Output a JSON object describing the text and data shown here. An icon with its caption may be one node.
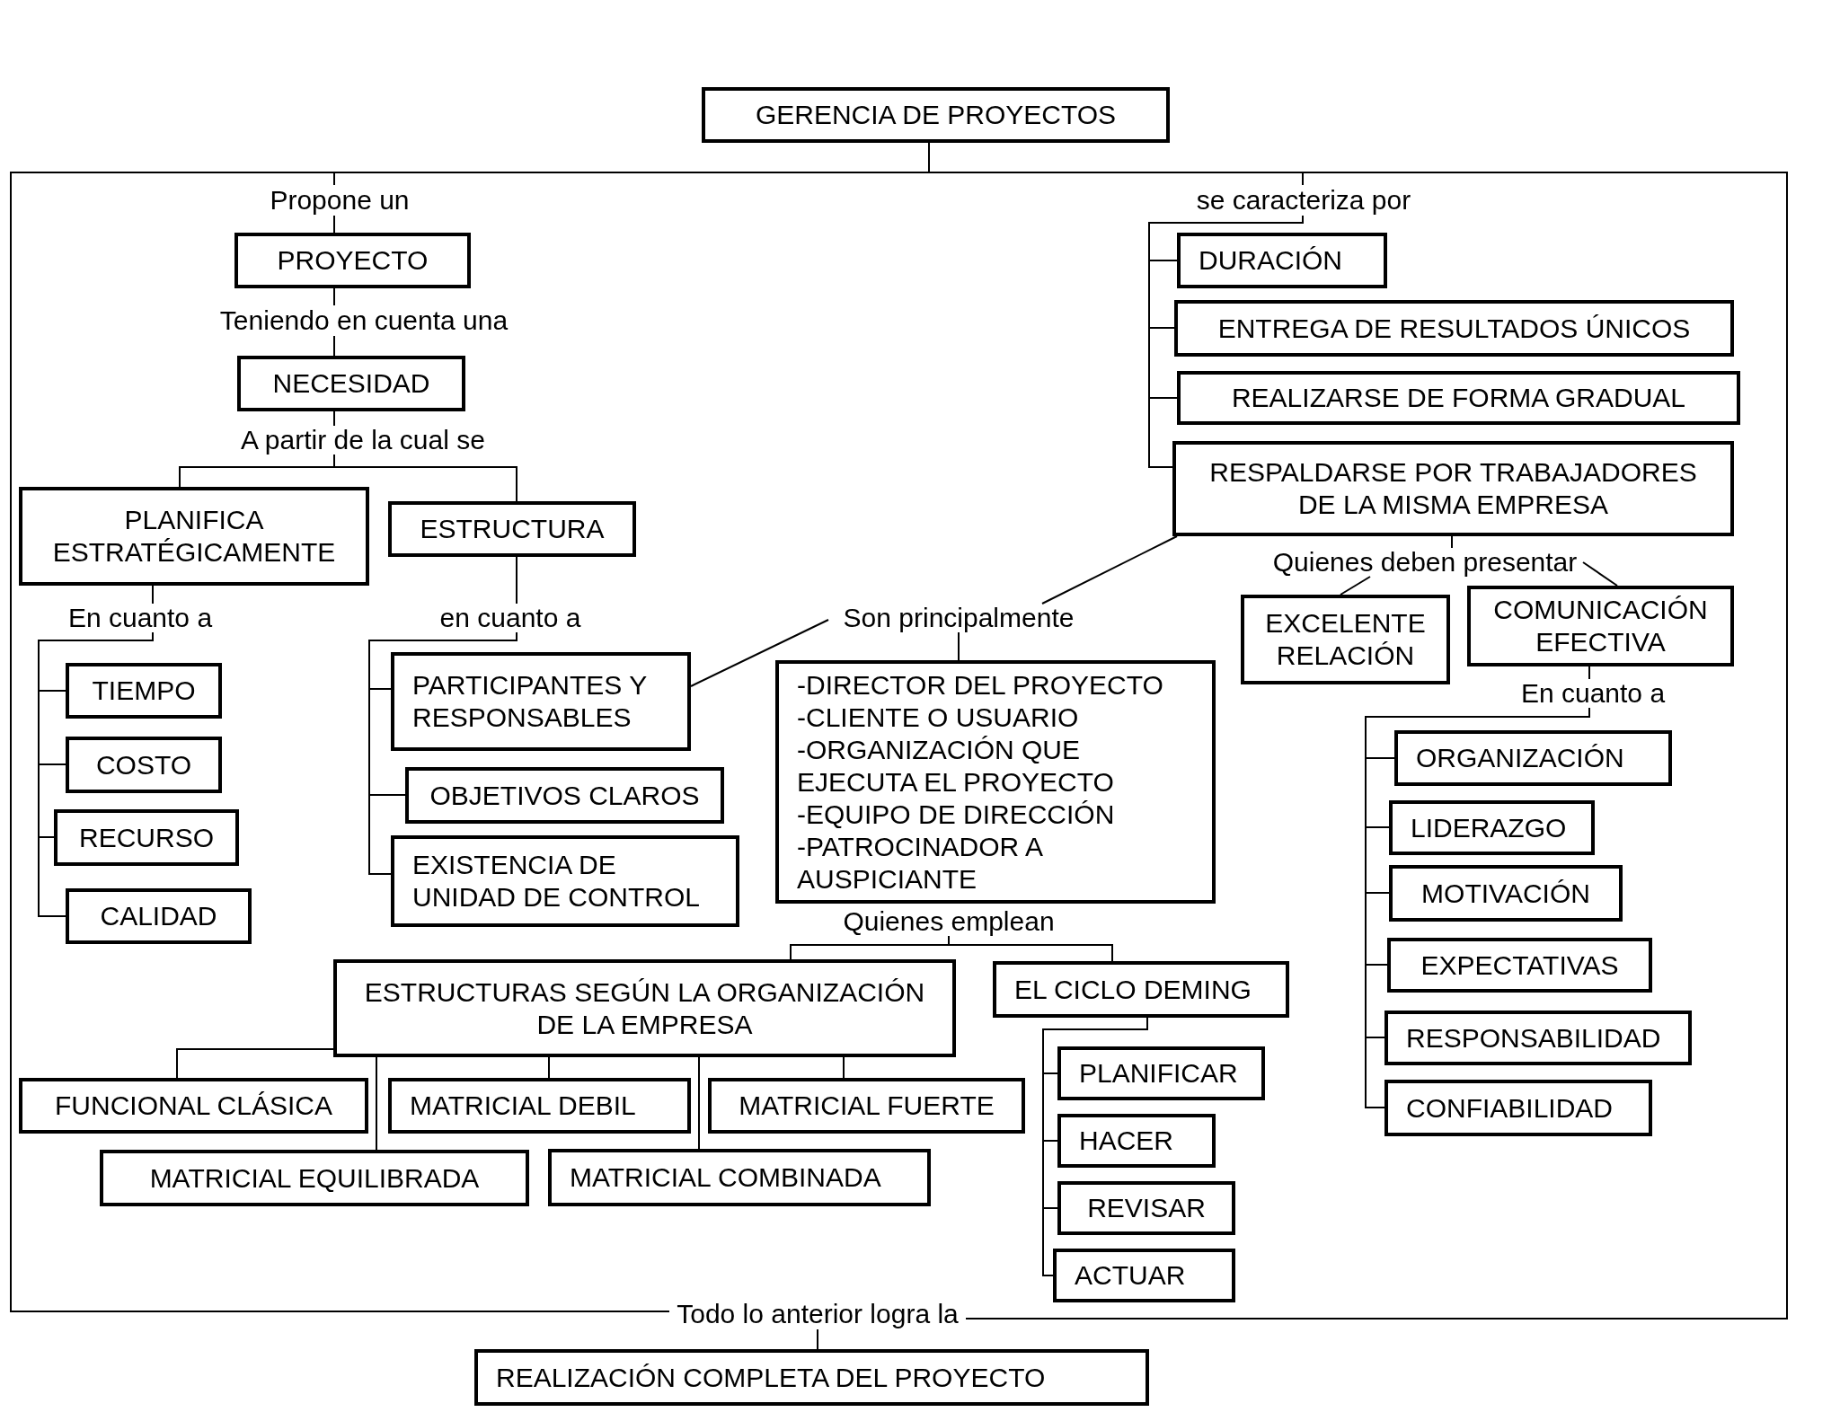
{
  "diagram": {
    "nodes": [
      {
        "text": [
          "GERENCIA DE PROYECTOS"
        ]
      },
      {
        "text": [
          "Propone un"
        ]
      },
      {
        "text": [
          "se caracteriza por"
        ]
      },
      {
        "text": [
          "PROYECTO"
        ]
      },
      {
        "text": [
          "DURACIÓN"
        ]
      },
      {
        "text": [
          "ENTREGA DE RESULTADOS ÚNICOS"
        ]
      },
      {
        "text": [
          "Teniendo en cuenta una"
        ]
      },
      {
        "text": [
          "NECESIDAD"
        ]
      },
      {
        "text": [
          "REALIZARSE DE FORMA GRADUAL"
        ]
      },
      {
        "text": [
          "A partir de la cual se"
        ]
      },
      {
        "text": [
          "RESPALDARSE POR TRABAJADORES DE LA MISMA EMPRESA"
        ]
      },
      {
        "text": [
          "PLANIFICA ESTRATÉGICAMENTE"
        ]
      },
      {
        "text": [
          "ESTRUCTURA"
        ]
      },
      {
        "text": [
          "Quienes deben presentar"
        ]
      },
      {
        "text": [
          "EXCELENTE RELACIÓN"
        ]
      },
      {
        "text": [
          "COMUNICACIÓN EFECTIVA"
        ]
      },
      {
        "text": [
          "En cuanto a"
        ]
      },
      {
        "text": [
          "en cuanto a"
        ]
      },
      {
        "text": [
          "Son principalmente"
        ]
      },
      {
        "text": [
          "En cuanto a"
        ]
      },
      {
        "text": [
          "TIEMPO"
        ]
      },
      {
        "text": [
          "PARTICIPANTES Y RESPONSABLES"
        ]
      },
      {
        "text": [
          "-DIRECTOR DEL PROYECTO",
          "-CLIENTE O USUARIO",
          "-ORGANIZACIÓN QUE EJECUTA EL PROYECTO",
          "-EQUIPO DE DIRECCIÓN",
          "-PATROCINADOR A AUSPICIANTE"
        ]
      },
      {
        "text": [
          "ORGANIZACIÓN"
        ]
      },
      {
        "text": [
          "COSTO"
        ]
      },
      {
        "text": [
          "LIDERAZGO"
        ]
      },
      {
        "text": [
          "OBJETIVOS CLAROS"
        ]
      },
      {
        "text": [
          "RECURSO"
        ]
      },
      {
        "text": [
          "MOTIVACIÓN"
        ]
      },
      {
        "text": [
          "EXISTENCIA DE UNIDAD DE CONTROL"
        ]
      },
      {
        "text": [
          "CALIDAD"
        ]
      },
      {
        "text": [
          "EXPECTATIVAS"
        ]
      },
      {
        "text": [
          "Quienes emplean"
        ]
      },
      {
        "text": [
          "ESTRUCTURAS SEGÚN LA ORGANIZACIÓN DE LA EMPRESA"
        ]
      },
      {
        "text": [
          "EL CICLO DEMING"
        ]
      },
      {
        "text": [
          "RESPONSABILIDAD"
        ]
      },
      {
        "text": [
          "PLANIFICAR"
        ]
      },
      {
        "text": [
          "CONFIABILIDAD"
        ]
      },
      {
        "text": [
          "FUNCIONAL CLÁSICA"
        ]
      },
      {
        "text": [
          "MATRICIAL DEBIL"
        ]
      },
      {
        "text": [
          "MATRICIAL FUERTE"
        ]
      },
      {
        "text": [
          "HACER"
        ]
      },
      {
        "text": [
          "MATRICIAL EQUILIBRADA"
        ]
      },
      {
        "text": [
          "MATRICIAL COMBINADA"
        ]
      },
      {
        "text": [
          "REVISAR"
        ]
      },
      {
        "text": [
          "ACTUAR"
        ]
      },
      {
        "text": [
          "Todo lo anterior logra la"
        ]
      },
      {
        "text": [
          "REALIZACIÓN COMPLETA DEL PROYECTO"
        ]
      }
    ],
    "edges": [
      {
        "from": 0,
        "to": 1,
        "arrow": "none"
      },
      {
        "from": 1,
        "to": 3,
        "arrow": "none"
      },
      {
        "from": 0,
        "to": 2,
        "arrow": "none"
      },
      {
        "from": 2,
        "to": 4,
        "arrow": "none"
      },
      {
        "from": 2,
        "to": 5,
        "arrow": "none"
      },
      {
        "from": 2,
        "to": 8,
        "arrow": "none"
      },
      {
        "from": 2,
        "to": 10,
        "arrow": "none"
      },
      {
        "from": 3,
        "to": 6,
        "arrow": "none"
      },
      {
        "from": 6,
        "to": 7,
        "arrow": "none"
      },
      {
        "from": 7,
        "to": 9,
        "arrow": "none"
      },
      {
        "from": 9,
        "to": 11,
        "arrow": "none"
      },
      {
        "from": 9,
        "to": 12,
        "arrow": "none"
      },
      {
        "from": 11,
        "to": 16,
        "arrow": "none"
      },
      {
        "from": 16,
        "to": 20,
        "arrow": "none"
      },
      {
        "from": 16,
        "to": 24,
        "arrow": "none"
      },
      {
        "from": 16,
        "to": 27,
        "arrow": "none"
      },
      {
        "from": 16,
        "to": 30,
        "arrow": "none"
      },
      {
        "from": 12,
        "to": 17,
        "arrow": "none"
      },
      {
        "from": 17,
        "to": 21,
        "arrow": "none"
      },
      {
        "from": 17,
        "to": 26,
        "arrow": "none"
      },
      {
        "from": 17,
        "to": 29,
        "arrow": "none"
      },
      {
        "from": 21,
        "to": 18,
        "arrow": "none"
      },
      {
        "from": 10,
        "to": 18,
        "arrow": "none"
      },
      {
        "from": 18,
        "to": 22,
        "arrow": "none"
      },
      {
        "from": 10,
        "to": 13,
        "arrow": "none"
      },
      {
        "from": 13,
        "to": 14,
        "arrow": "none"
      },
      {
        "from": 13,
        "to": 15,
        "arrow": "none"
      },
      {
        "from": 15,
        "to": 19,
        "arrow": "none"
      },
      {
        "from": 19,
        "to": 23,
        "arrow": "none"
      },
      {
        "from": 19,
        "to": 25,
        "arrow": "none"
      },
      {
        "from": 19,
        "to": 28,
        "arrow": "none"
      },
      {
        "from": 19,
        "to": 31,
        "arrow": "none"
      },
      {
        "from": 19,
        "to": 35,
        "arrow": "none"
      },
      {
        "from": 19,
        "to": 37,
        "arrow": "none"
      },
      {
        "from": 32,
        "to": 33,
        "arrow": "none"
      },
      {
        "from": 32,
        "to": 34,
        "arrow": "none"
      },
      {
        "from": 33,
        "to": 38,
        "arrow": "none"
      },
      {
        "from": 33,
        "to": 39,
        "arrow": "none"
      },
      {
        "from": 33,
        "to": 40,
        "arrow": "none"
      },
      {
        "from": 33,
        "to": 42,
        "arrow": "none"
      },
      {
        "from": 33,
        "to": 43,
        "arrow": "none"
      },
      {
        "from": 34,
        "to": 36,
        "arrow": "none"
      },
      {
        "from": 34,
        "to": 41,
        "arrow": "none"
      },
      {
        "from": 34,
        "to": 44,
        "arrow": "none"
      },
      {
        "from": 34,
        "to": 45,
        "arrow": "none"
      },
      {
        "from": 0,
        "to": 46,
        "arrow": "none"
      },
      {
        "from": 0,
        "to": 46,
        "arrow": "none"
      },
      {
        "from": 46,
        "to": 47,
        "arrow": "none"
      }
    ]
  }
}
